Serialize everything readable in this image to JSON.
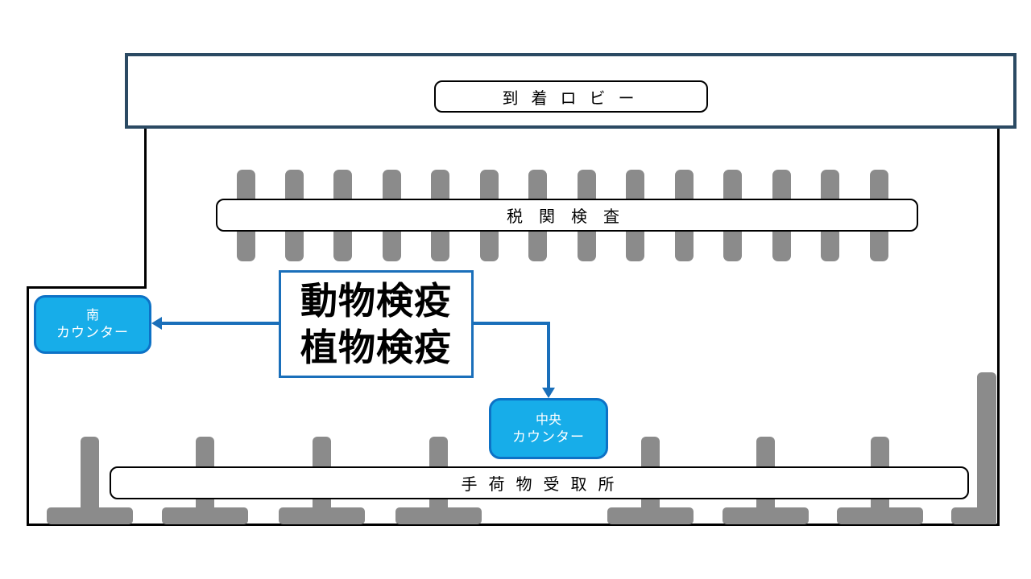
{
  "colors": {
    "wall_black": "#000000",
    "lobby_border_navy": "#2b4a63",
    "pillar_gray": "#8b8b8b",
    "counter_fill_cyan": "#17ade9",
    "counter_border_blue": "#0d72c6",
    "arrow_blue": "#1a6fba",
    "quarantine_border_blue": "#1a6fba"
  },
  "zones": {
    "arrival_lobby": {
      "label": "到着ロビー"
    },
    "customs": {
      "label": "税関検査",
      "booth_count": 14
    },
    "quarantine": {
      "line1": "動物検疫",
      "line2": "植物検疫"
    },
    "south_counter": {
      "line1": "南",
      "line2": "カウンター"
    },
    "central_counter": {
      "line1": "中央",
      "line2": "カウンター"
    },
    "baggage_claim": {
      "label": "手荷物受取所",
      "carousel_count": 7
    }
  }
}
